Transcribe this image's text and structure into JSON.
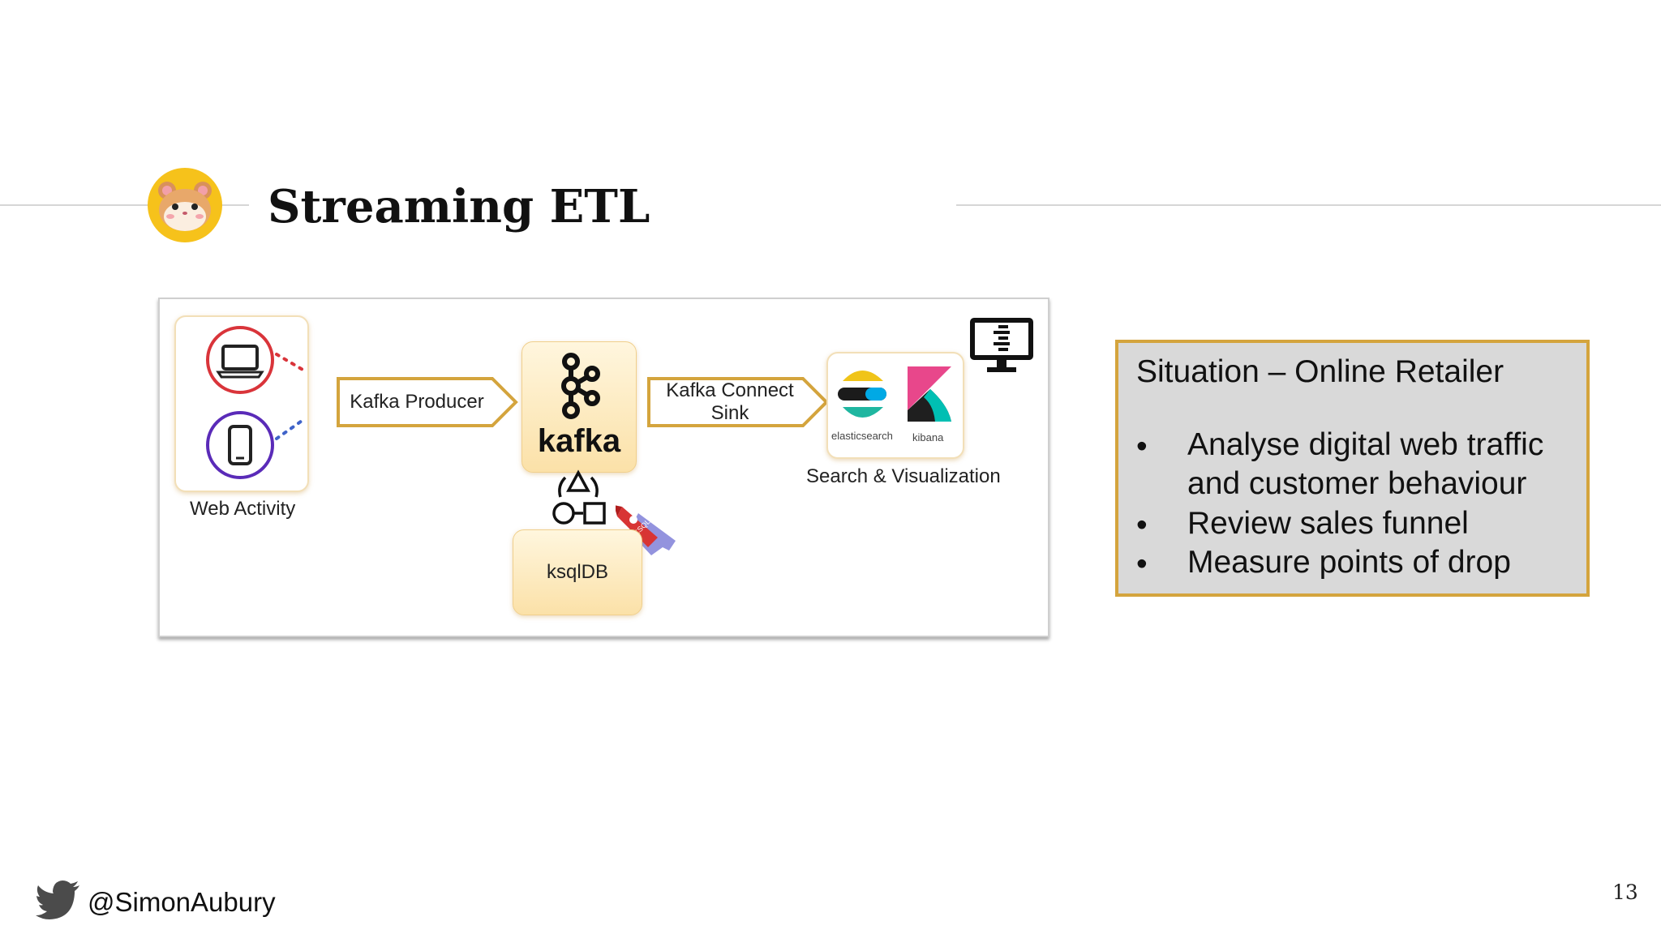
{
  "slide": {
    "title": "Streaming ETL",
    "page_number": "13",
    "twitter_handle": "@SimonAubury"
  },
  "diagram": {
    "web_activity_label": "Web Activity",
    "producer_label": "Kafka Producer",
    "kafka_wordmark": "kafka",
    "connect_label_line1": "Kafka Connect",
    "connect_label_line2": "Sink",
    "elasticsearch_caption": "elasticsearch",
    "kibana_caption": "kibana",
    "search_viz_label": "Search & Visualization",
    "ksqldb_label": "ksqlDB",
    "rocket_text": "KSQL"
  },
  "situation": {
    "heading": "Situation – Online Retailer",
    "bullet_symbol": "•",
    "bullets": [
      {
        "line1": "Analyse digital web traffic",
        "line2": "and customer behaviour"
      },
      {
        "line1": "Review sales funnel"
      },
      {
        "line1": "Measure points of drop"
      }
    ]
  },
  "colors": {
    "accent_gold": "#d4a43d",
    "box_fill": "#d9d9d9",
    "laptop_ring": "#d9343a",
    "phone_ring": "#5a2bb8"
  }
}
